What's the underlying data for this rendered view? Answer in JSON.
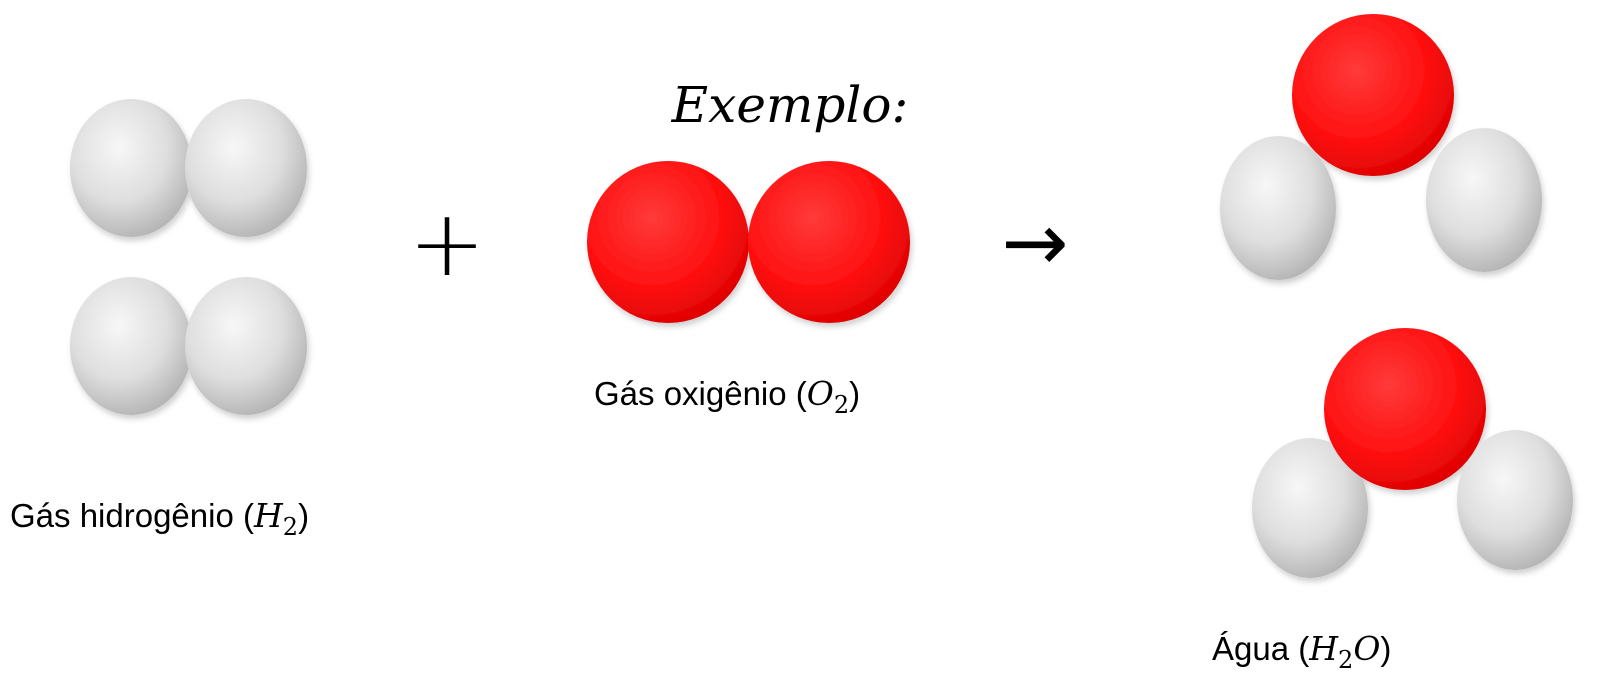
{
  "title": "Exemplo:",
  "operators": {
    "plus": "+",
    "arrow": "→"
  },
  "molecules": [
    {
      "id": "hydrogen",
      "label_text": "Gás hidrogênio",
      "formula": [
        "H",
        "2",
        ""
      ],
      "atom_color": "#d4d4d4",
      "count_drawn": 2
    },
    {
      "id": "oxygen",
      "label_text": "Gás oxigênio",
      "formula": [
        "O",
        "2",
        ""
      ],
      "atom_color": "#ff1a1a",
      "count_drawn": 1
    },
    {
      "id": "water",
      "label_text": "Água",
      "formula": [
        "H",
        "2",
        "O"
      ],
      "oxygen_color": "#ff1a1a",
      "hydrogen_color": "#d4d4d4",
      "count_drawn": 2
    }
  ],
  "colors": {
    "hydrogen": "#d4d4d4",
    "oxygen": "#ff1a1a",
    "background": "#ffffff"
  }
}
